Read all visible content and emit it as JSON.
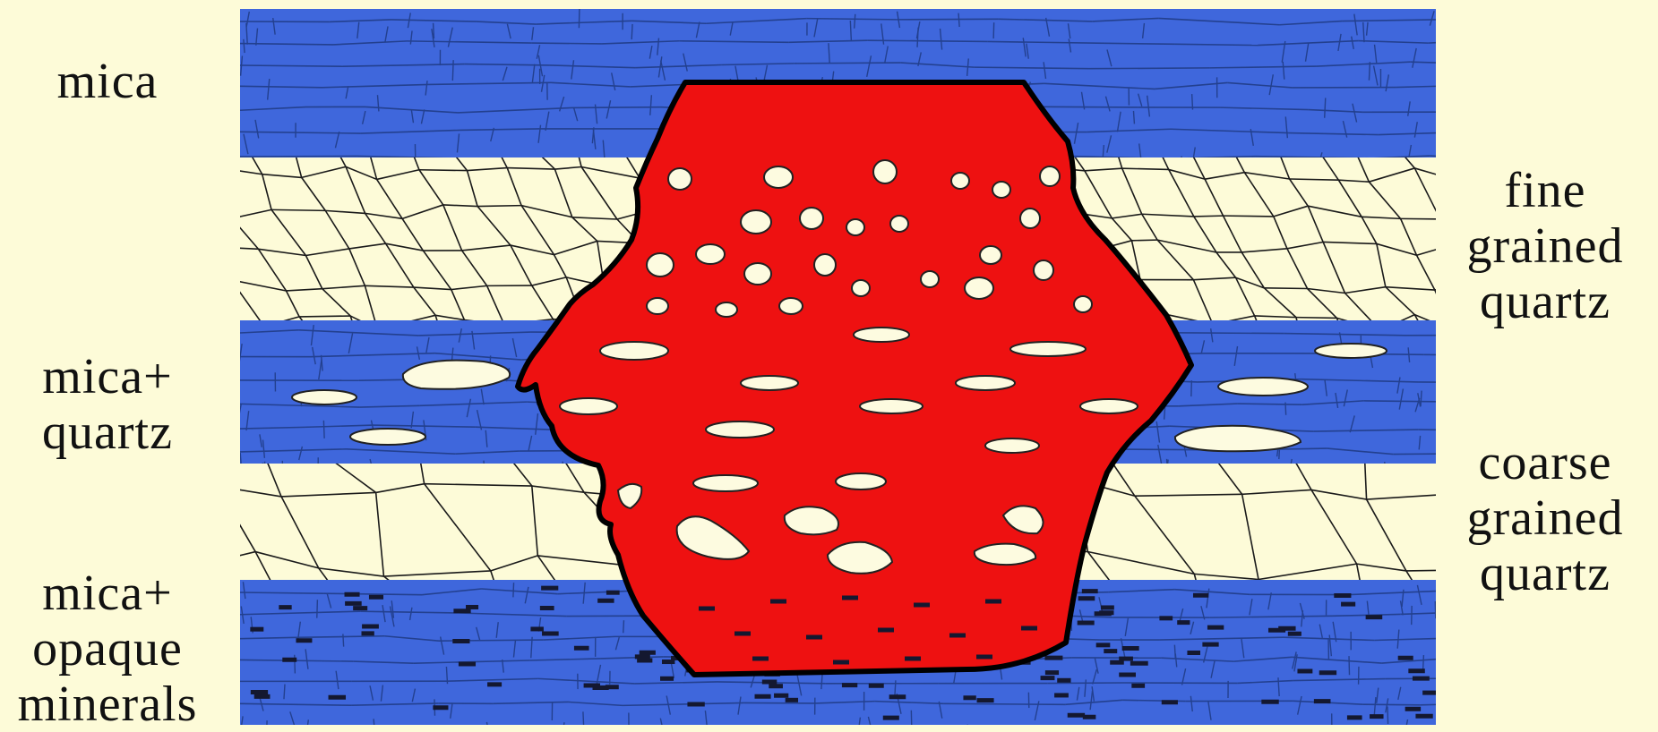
{
  "labels": {
    "mica": "mica",
    "mica_quartz": "mica+\nquartz",
    "mica_opaque": "mica+\nopaque\nminerals",
    "fine_quartz": "fine\ngrained\nquartz",
    "coarse_quartz": "coarse\ngrained\nquartz"
  },
  "colors": {
    "background": "#fdfbd8",
    "mica_blue": "#3f67dc",
    "mica_line": "#23408f",
    "quartz_fill": "#fdfbd8",
    "porphyroblast_red": "#ee1111",
    "outline": "#000000",
    "inclusion_fill": "#fdfbe0",
    "opaque_mineral": "#141830"
  }
}
